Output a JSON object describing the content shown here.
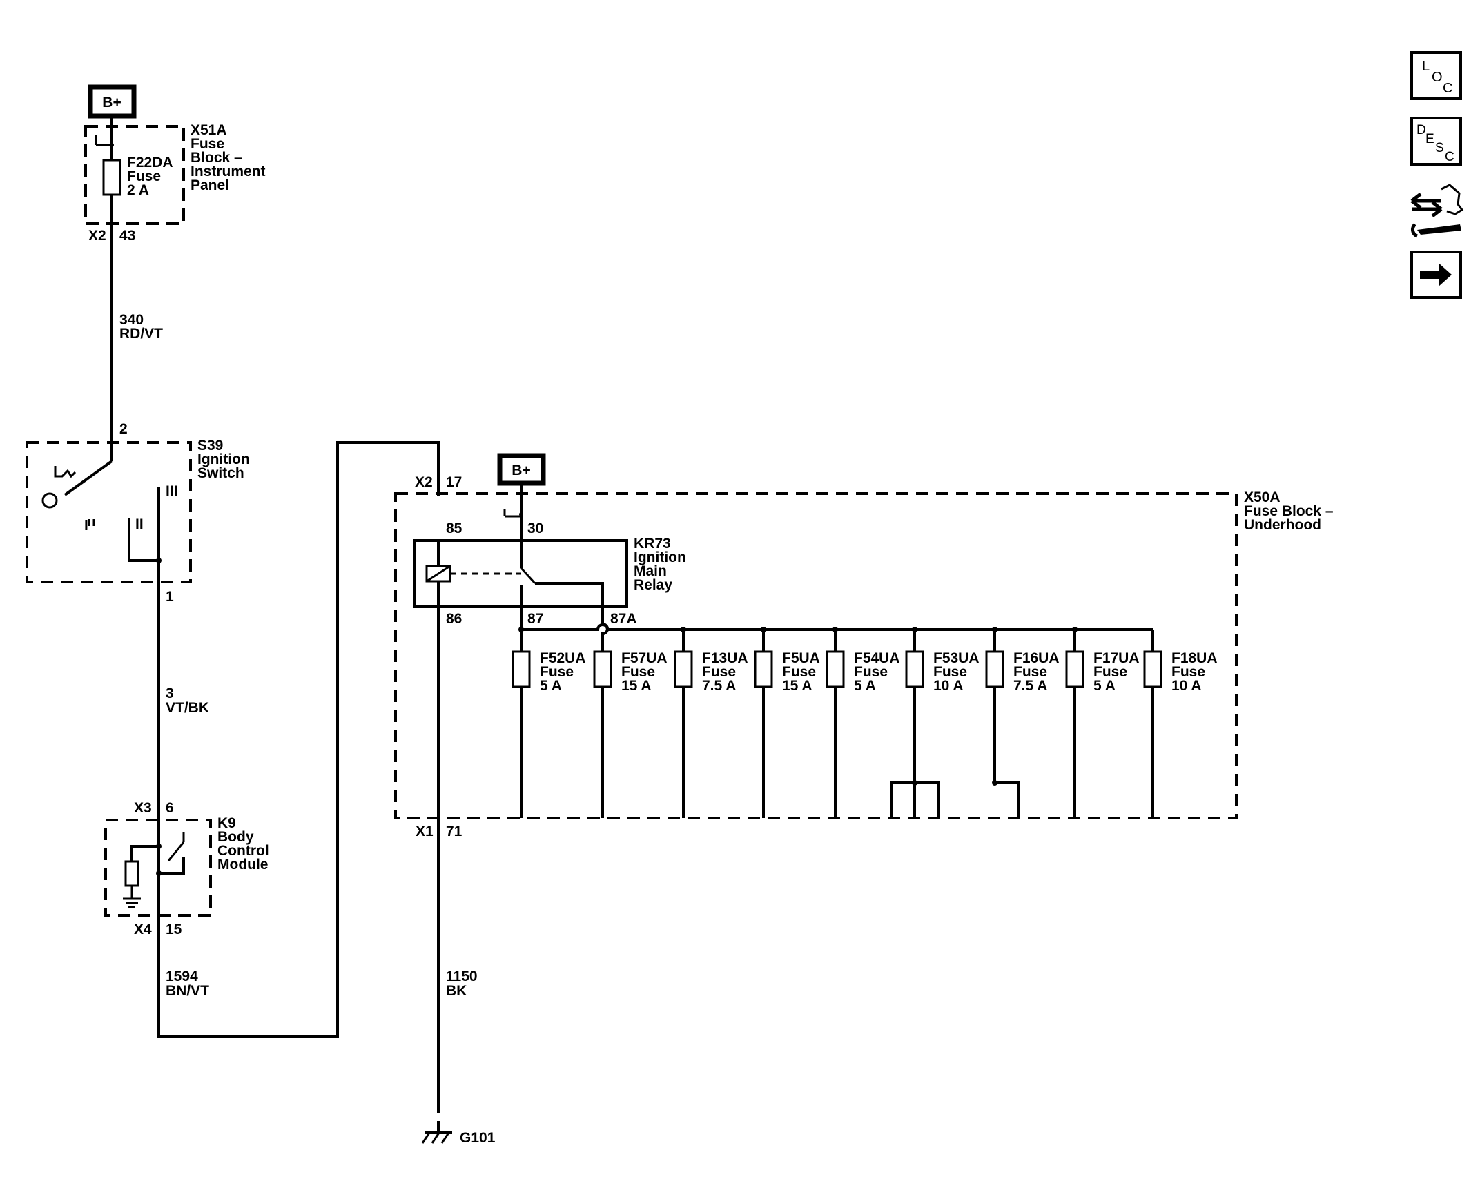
{
  "power_labels": {
    "top": "B+",
    "relay": "B+"
  },
  "x51a": {
    "ref": "X51A",
    "name_l1": "Fuse",
    "name_l2": "Block –",
    "name_l3": "Instrument",
    "name_l4": "Panel",
    "conn": "X2",
    "pin": "43",
    "fuse": {
      "ref": "F22DA",
      "type": "Fuse",
      "rating": "2 A"
    }
  },
  "wire_340": {
    "circuit": "340",
    "color": "RD/VT"
  },
  "s39": {
    "ref": "S39",
    "name_l1": "Ignition",
    "name_l2": "Switch",
    "pin_in": "2",
    "pin_out": "1",
    "pos1": "I",
    "pos2": "II",
    "pos3": "III"
  },
  "wire_3": {
    "circuit": "3",
    "color": "VT/BK"
  },
  "k9": {
    "ref": "K9",
    "name_l1": "Body",
    "name_l2": "Control",
    "name_l3": "Module",
    "conn_in": "X3",
    "pin_in": "6",
    "conn_out": "X4",
    "pin_out": "15"
  },
  "wire_1594": {
    "circuit": "1594",
    "color": "BN/VT"
  },
  "x50a": {
    "ref": "X50A",
    "name_l1": "Fuse Block –",
    "name_l2": "Underhood",
    "conn_in": "X2",
    "pin_in": "17",
    "conn_out": "X1",
    "pin_out": "71"
  },
  "kr73": {
    "ref": "KR73",
    "name_l1": "Ignition",
    "name_l2": "Main",
    "name_l3": "Relay",
    "pin85": "85",
    "pin86": "86",
    "pin30": "30",
    "pin87": "87",
    "pin87a": "87A"
  },
  "fuses": [
    {
      "ref": "F52UA",
      "type": "Fuse",
      "rating": "5 A"
    },
    {
      "ref": "F57UA",
      "type": "Fuse",
      "rating": "15 A"
    },
    {
      "ref": "F13UA",
      "type": "Fuse",
      "rating": "7.5 A"
    },
    {
      "ref": "F5UA",
      "type": "Fuse",
      "rating": "15 A"
    },
    {
      "ref": "F54UA",
      "type": "Fuse",
      "rating": "5 A"
    },
    {
      "ref": "F53UA",
      "type": "Fuse",
      "rating": "10 A"
    },
    {
      "ref": "F16UA",
      "type": "Fuse",
      "rating": "7.5 A"
    },
    {
      "ref": "F17UA",
      "type": "Fuse",
      "rating": "5 A"
    },
    {
      "ref": "F18UA",
      "type": "Fuse",
      "rating": "10 A"
    }
  ],
  "wire_1150": {
    "circuit": "1150",
    "color": "BK"
  },
  "ground": {
    "ref": "G101"
  },
  "nav": {
    "loc": {
      "l1": "L",
      "l2": "O",
      "l3": "C",
      "icon": "location-icon"
    },
    "desc": {
      "l1": "D",
      "l2": "E",
      "l3": "S",
      "l4": "C",
      "icon": "description-icon"
    },
    "connector": {
      "icon": "connector-info-icon"
    },
    "next": {
      "icon": "next-arrow-icon"
    }
  }
}
